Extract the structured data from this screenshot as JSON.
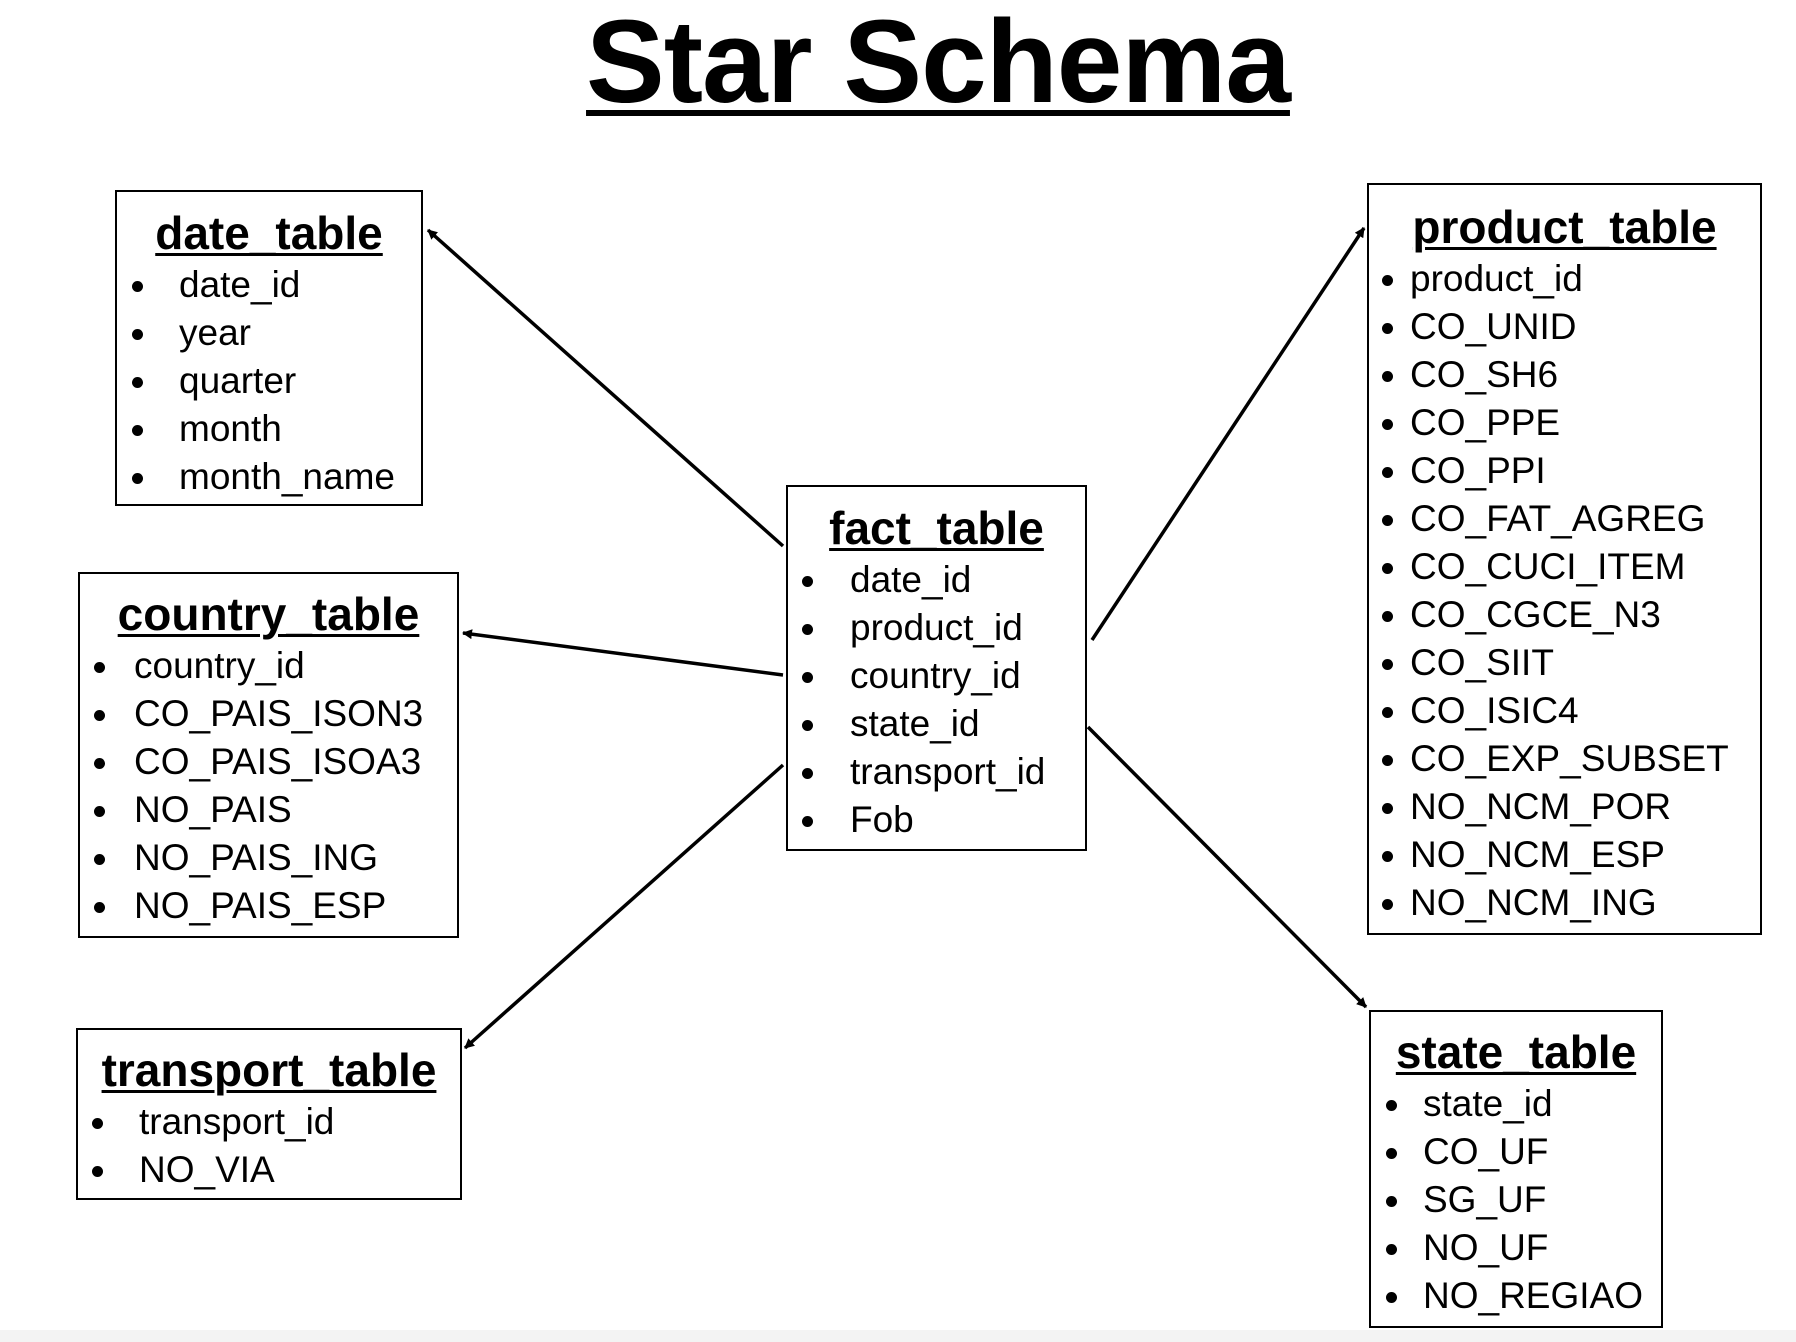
{
  "title": "Star Schema",
  "tables": {
    "date": {
      "name": "date_table",
      "fields": [
        "date_id",
        "year",
        "quarter",
        "month",
        "month_name"
      ]
    },
    "country": {
      "name": "country_table",
      "fields": [
        "country_id",
        "CO_PAIS_ISON3",
        "CO_PAIS_ISOA3",
        "NO_PAIS",
        "NO_PAIS_ING",
        "NO_PAIS_ESP"
      ]
    },
    "transport": {
      "name": "transport_table",
      "fields": [
        "transport_id",
        "NO_VIA"
      ]
    },
    "fact": {
      "name": "fact_table",
      "fields": [
        "date_id",
        "product_id",
        "country_id",
        "state_id",
        "transport_id",
        "Fob"
      ]
    },
    "product": {
      "name": "product_table",
      "fields": [
        "product_id",
        "CO_UNID",
        "CO_SH6",
        "CO_PPE",
        "CO_PPI",
        "CO_FAT_AGREG",
        "CO_CUCI_ITEM",
        "CO_CGCE_N3",
        "CO_SIIT",
        "CO_ISIC4",
        "CO_EXP_SUBSET",
        "NO_NCM_POR",
        "NO_NCM_ESP",
        "NO_NCM_ING"
      ]
    },
    "state": {
      "name": "state_table",
      "fields": [
        "state_id",
        "CO_UF",
        "SG_UF",
        "NO_UF",
        "NO_REGIAO"
      ]
    }
  },
  "relationships": [
    {
      "from": "fact_table",
      "to": "date_table"
    },
    {
      "from": "fact_table",
      "to": "country_table"
    },
    {
      "from": "fact_table",
      "to": "transport_table"
    },
    {
      "from": "fact_table",
      "to": "product_table"
    },
    {
      "from": "fact_table",
      "to": "state_table"
    }
  ]
}
